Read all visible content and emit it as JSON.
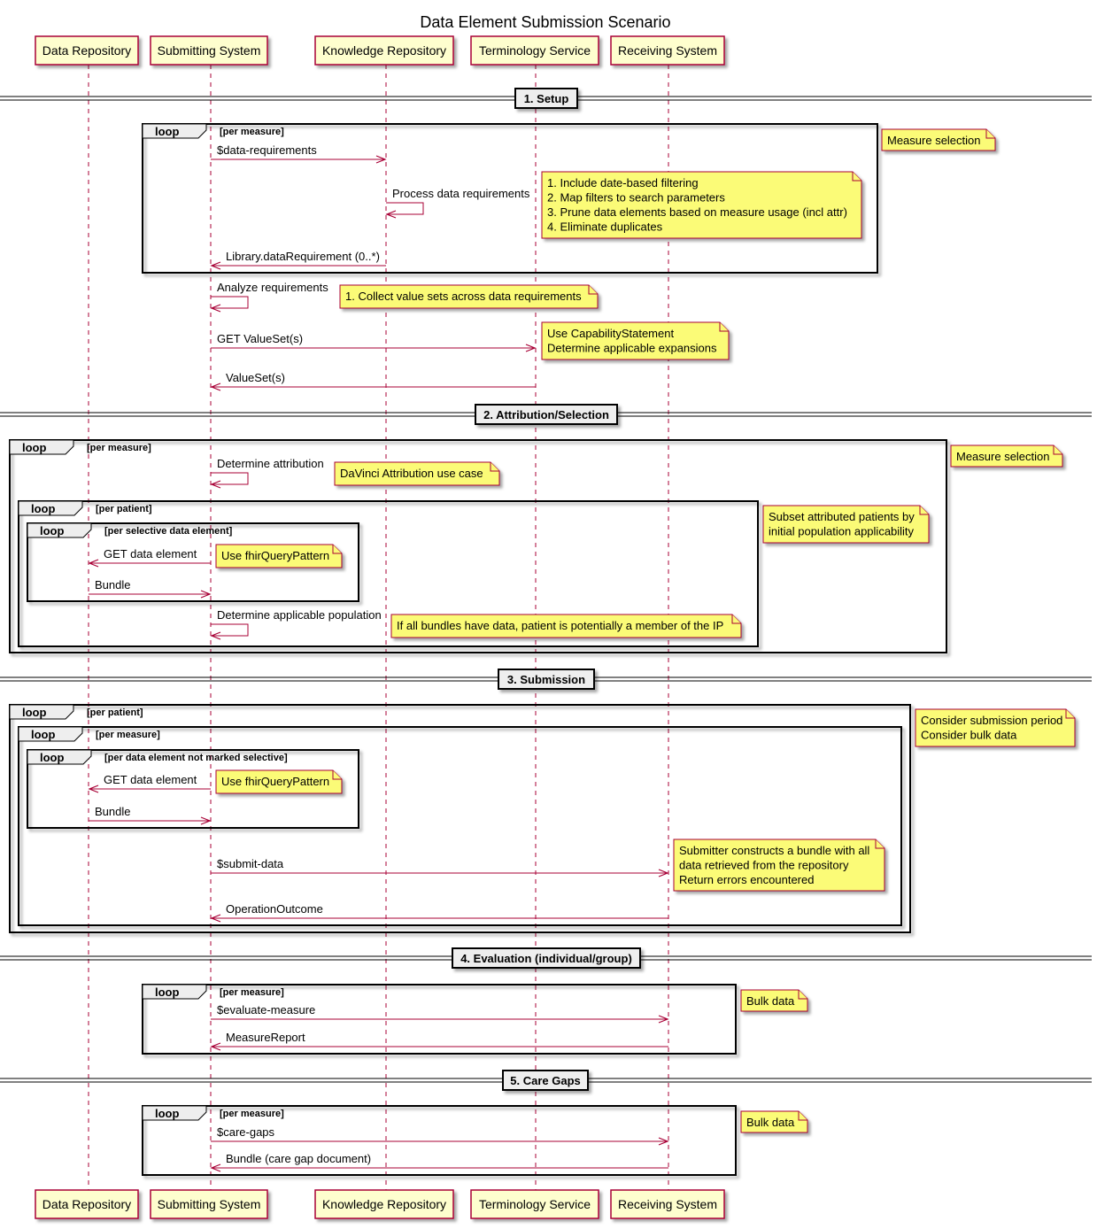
{
  "title": "Data Element Submission Scenario",
  "colors": {
    "participant_fill": "#FEFECE",
    "participant_stroke": "#A80036",
    "note_fill": "#FBFB77",
    "note_stroke": "#A80036",
    "arrow": "#A80036",
    "lifeline": "#A80036",
    "loop_stroke": "#000000",
    "divider_fill": "#EEEEEE"
  },
  "participants": [
    {
      "id": "dr",
      "label": "Data Repository"
    },
    {
      "id": "ss",
      "label": "Submitting System"
    },
    {
      "id": "kr",
      "label": "Knowledge Repository"
    },
    {
      "id": "ts",
      "label": "Terminology Service"
    },
    {
      "id": "rs",
      "label": "Receiving System"
    }
  ],
  "dividers": [
    {
      "label": "1. Setup"
    },
    {
      "label": "2. Attribution/Selection"
    },
    {
      "label": "3. Submission"
    },
    {
      "label": "4. Evaluation (individual/group)"
    },
    {
      "label": "5. Care Gaps"
    }
  ],
  "loops": [
    {
      "keyword": "loop",
      "condition": "[per measure]"
    },
    {
      "keyword": "loop",
      "condition": "[per measure]"
    },
    {
      "keyword": "loop",
      "condition": "[per patient]"
    },
    {
      "keyword": "loop",
      "condition": "[per selective data element]"
    },
    {
      "keyword": "loop",
      "condition": "[per patient]"
    },
    {
      "keyword": "loop",
      "condition": "[per measure]"
    },
    {
      "keyword": "loop",
      "condition": "[per data element not marked selective]"
    },
    {
      "keyword": "loop",
      "condition": "[per measure]"
    },
    {
      "keyword": "loop",
      "condition": "[per measure]"
    }
  ],
  "messages": [
    {
      "label": "$data-requirements",
      "from": "ss",
      "to": "kr"
    },
    {
      "label": "Process data requirements",
      "from": "kr",
      "to": "kr"
    },
    {
      "label": "Library.dataRequirement (0..*)",
      "from": "kr",
      "to": "ss"
    },
    {
      "label": "Analyze requirements",
      "from": "ss",
      "to": "ss"
    },
    {
      "label": "GET ValueSet(s)",
      "from": "ss",
      "to": "ts"
    },
    {
      "label": "ValueSet(s)",
      "from": "ts",
      "to": "ss"
    },
    {
      "label": "Determine attribution",
      "from": "ss",
      "to": "ss"
    },
    {
      "label": "GET data element",
      "from": "ss",
      "to": "dr"
    },
    {
      "label": "Bundle",
      "from": "dr",
      "to": "ss"
    },
    {
      "label": "Determine applicable population",
      "from": "ss",
      "to": "ss"
    },
    {
      "label": "GET data element",
      "from": "ss",
      "to": "dr"
    },
    {
      "label": "Bundle",
      "from": "dr",
      "to": "ss"
    },
    {
      "label": "$submit-data",
      "from": "ss",
      "to": "rs"
    },
    {
      "label": "OperationOutcome",
      "from": "rs",
      "to": "ss"
    },
    {
      "label": "$evaluate-measure",
      "from": "ss",
      "to": "rs"
    },
    {
      "label": "MeasureReport",
      "from": "rs",
      "to": "ss"
    },
    {
      "label": "$care-gaps",
      "from": "ss",
      "to": "rs"
    },
    {
      "label": "Bundle (care gap document)",
      "from": "rs",
      "to": "ss"
    }
  ],
  "notes": [
    {
      "lines": [
        "Measure selection"
      ]
    },
    {
      "lines": [
        "1. Include date-based filtering",
        "2. Map filters to search parameters",
        "3. Prune data elements based on measure usage (incl attr)",
        "4. Eliminate duplicates"
      ]
    },
    {
      "lines": [
        "1. Collect value sets across data requirements"
      ]
    },
    {
      "lines": [
        "Use CapabilityStatement",
        "Determine applicable expansions"
      ]
    },
    {
      "lines": [
        "Measure selection"
      ]
    },
    {
      "lines": [
        "DaVinci Attribution use case"
      ]
    },
    {
      "lines": [
        "Subset attributed patients by",
        "initial population applicability"
      ]
    },
    {
      "lines": [
        "Use fhirQueryPattern"
      ]
    },
    {
      "lines": [
        "If all bundles have data, patient is potentially a member of the IP"
      ]
    },
    {
      "lines": [
        "Consider submission period",
        "Consider bulk data"
      ]
    },
    {
      "lines": [
        "Use fhirQueryPattern"
      ]
    },
    {
      "lines": [
        "Submitter constructs a bundle with all",
        " data retrieved from the repository",
        "Return errors encountered"
      ]
    },
    {
      "lines": [
        "Bulk data"
      ]
    },
    {
      "lines": [
        "Bulk data"
      ]
    }
  ]
}
